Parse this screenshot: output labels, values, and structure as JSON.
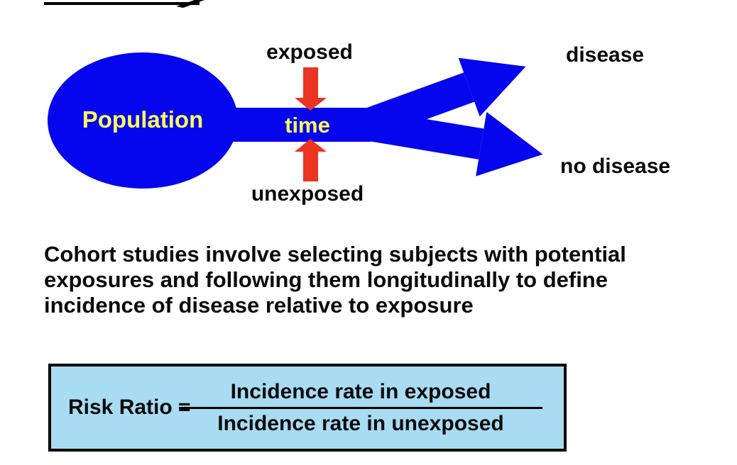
{
  "colors": {
    "blue": "#0505ee",
    "red": "#e93522",
    "yellow": "#ffff57",
    "box_fill": "#a8dcf2"
  },
  "diagram": {
    "population_label": "Population",
    "time_label": "time",
    "exposed_label": "exposed",
    "unexposed_label": "unexposed",
    "disease_label": "disease",
    "no_disease_label": "no disease"
  },
  "paragraph": {
    "lines": [
      "Cohort studies involve selecting subjects with potential",
      "exposures and following them longitudinally to define",
      "incidence of disease relative to exposure"
    ]
  },
  "formula": {
    "label": "Risk Ratio =",
    "numerator": "Incidence rate in exposed",
    "denominator": "Incidence rate in unexposed"
  }
}
